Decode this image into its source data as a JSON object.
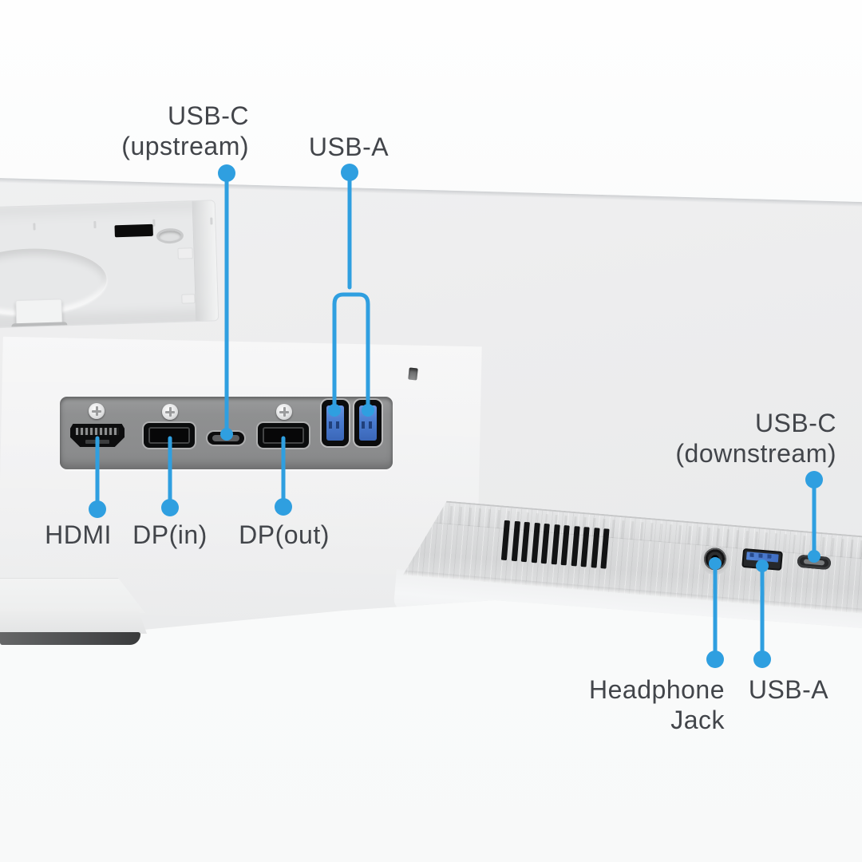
{
  "diagram": {
    "callouts": {
      "usb_c_upstream": {
        "line1": "USB-C",
        "line2": "(upstream)"
      },
      "usb_a_top": {
        "label": "USB-A"
      },
      "hdmi": {
        "label": "HDMI"
      },
      "dp_in": {
        "label": "DP(in)"
      },
      "dp_out": {
        "label": "DP(out)"
      },
      "usb_c_downstream": {
        "line1": "USB-C",
        "line2": "(downstream)"
      },
      "headphone_jack": {
        "line1": "Headphone",
        "line2": "Jack"
      },
      "usb_a_bottom": {
        "label": "USB-A"
      }
    },
    "colors": {
      "callout_blue": "#2f9fe0",
      "label_text": "#42454a",
      "usb_tongue_blue": "#4a7cd0",
      "port_panel_gray": "#8e8f90",
      "monitor_body_gray": "#ededee",
      "background": "#fbfcfc",
      "vent_slot_black": "#121314"
    }
  }
}
